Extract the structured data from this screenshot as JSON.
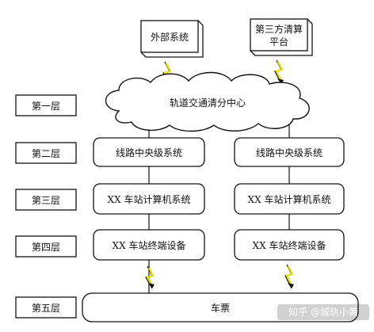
{
  "layers": [
    "第一层",
    "第二层",
    "第三层",
    "第四层",
    "第五层"
  ],
  "external": {
    "left": "外部系统",
    "right_line1": "第三方清算",
    "right_line2": "平台"
  },
  "cloud": "轨道交通清分中心",
  "left_column": [
    "线路中央级系统",
    "XX 车站计算机系统",
    "XX 车站终端设备"
  ],
  "right_column": [
    "线路中央级系统",
    "XX 车站计算机系统",
    "XX 车站终端设备"
  ],
  "ticket": "车票",
  "watermark": "知乎 @城轨小黄"
}
